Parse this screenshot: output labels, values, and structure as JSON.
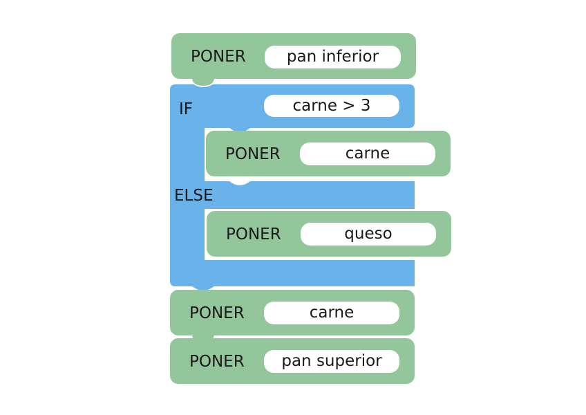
{
  "colors": {
    "command_block": "#93c69a",
    "control_block": "#6ab3ea",
    "slot": "#ffffff",
    "text": "#1a1a1a"
  },
  "blocks": [
    {
      "keyword": "PONER",
      "value": "pan inferior"
    },
    {
      "keyword": "IF",
      "condition": "carne > 3",
      "then": {
        "keyword": "PONER",
        "value": "carne"
      },
      "else_keyword": "ELSE",
      "else": {
        "keyword": "PONER",
        "value": "queso"
      }
    },
    {
      "keyword": "PONER",
      "value": "carne"
    },
    {
      "keyword": "PONER",
      "value": "pan superior"
    }
  ]
}
